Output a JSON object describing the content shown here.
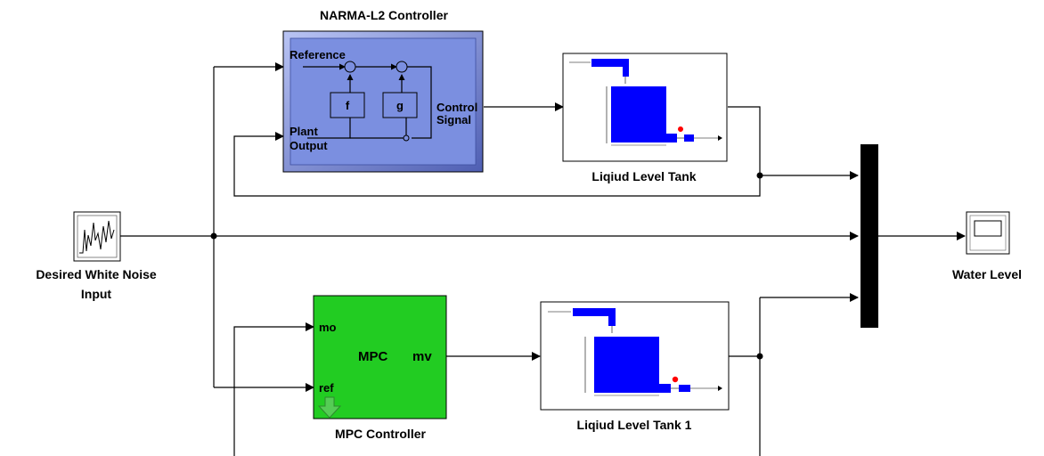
{
  "blocks": {
    "narma": {
      "title": "NARMA-L2 Controller",
      "in_reference": "Reference",
      "in_plant": "Plant",
      "in_output": "Output",
      "out_control": "Control",
      "out_signal": "Signal",
      "f_label": "f",
      "g_label": "g",
      "fill": "#7b8fe0"
    },
    "tank1": {
      "title": "Liqiud Level Tank"
    },
    "tank2": {
      "title": "Liqiud Level Tank 1"
    },
    "noise": {
      "title_line1": "Desired White Noise",
      "title_line2": "Input"
    },
    "mpc": {
      "title": "MPC Controller",
      "in_mo": "mo",
      "in_ref": "ref",
      "center": "MPC",
      "out_mv": "mv",
      "fill": "#22cc22"
    },
    "scope": {
      "title": "Water Level"
    }
  },
  "colors": {
    "tank_water": "#0000ff",
    "valve": "#ff0000",
    "mux": "#000000"
  }
}
